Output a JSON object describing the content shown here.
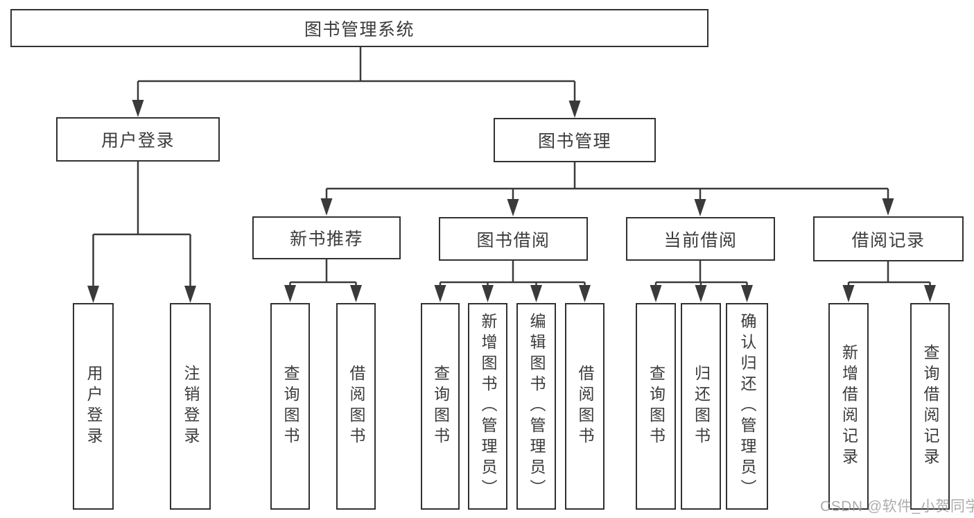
{
  "diagram": {
    "type": "hierarchy-tree",
    "title": "图书管理系统",
    "watermark": "CSDN @软件_小贺同学",
    "colors": {
      "line": "#3a3a3a",
      "box_border": "#313131",
      "text": "#3b3b3b",
      "background": "#ffffff",
      "watermark": "#9e9e9e"
    },
    "nodes": {
      "root": {
        "label": "图书管理系统"
      },
      "level2": [
        {
          "label": "用户登录",
          "parent": "图书管理系统"
        },
        {
          "label": "图书管理",
          "parent": "图书管理系统"
        }
      ],
      "level3": [
        {
          "label": "新书推荐",
          "parent": "图书管理"
        },
        {
          "label": "图书借阅",
          "parent": "图书管理"
        },
        {
          "label": "当前借阅",
          "parent": "图书管理"
        },
        {
          "label": "借阅记录",
          "parent": "图书管理"
        }
      ],
      "level4": [
        {
          "label": "用户登录",
          "parent": "用户登录"
        },
        {
          "label": "注销登录",
          "parent": "用户登录"
        },
        {
          "label": "查询图书",
          "parent": "新书推荐"
        },
        {
          "label": "借阅图书",
          "parent": "新书推荐"
        },
        {
          "label": "查询图书",
          "parent": "图书借阅"
        },
        {
          "label": "新增图书（管理员）",
          "parent": "图书借阅"
        },
        {
          "label": "编辑图书（管理员）",
          "parent": "图书借阅"
        },
        {
          "label": "借阅图书",
          "parent": "图书借阅"
        },
        {
          "label": "查询图书",
          "parent": "当前借阅"
        },
        {
          "label": "归还图书",
          "parent": "当前借阅"
        },
        {
          "label": "确认归还（管理员）",
          "parent": "当前借阅"
        },
        {
          "label": "新增借阅记录",
          "parent": "借阅记录"
        },
        {
          "label": "查询借阅记录",
          "parent": "借阅记录"
        }
      ]
    }
  }
}
